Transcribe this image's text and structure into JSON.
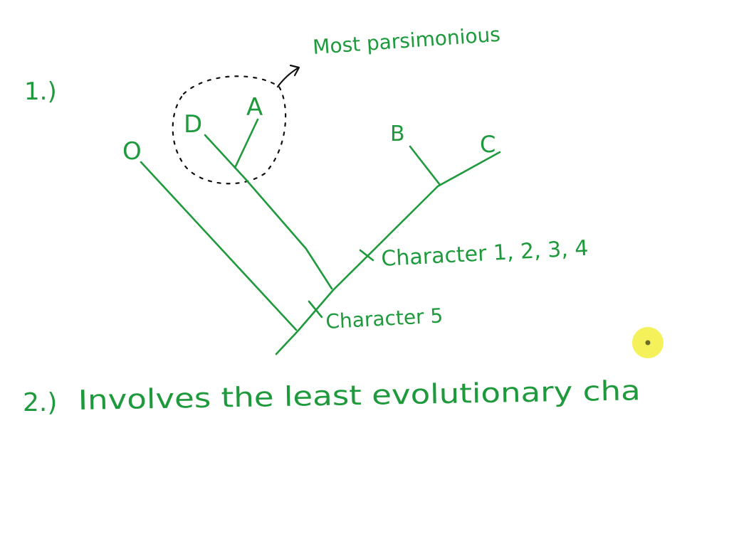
{
  "colors": {
    "ink": "#1e9a3c",
    "dash": "#111111",
    "pointer": "#f3ef3d"
  },
  "labels": {
    "part1": "1.)",
    "most_parsimonious": "Most parsimonious",
    "taxon_o": "O",
    "taxon_d": "D",
    "taxon_a": "A",
    "taxon_b": "B",
    "taxon_c": "C",
    "character_1_4": "Character 1, 2, 3, 4",
    "character_5": "Character 5",
    "part2": "2.)",
    "answer_2": "Involves the least evolutionary cha"
  }
}
